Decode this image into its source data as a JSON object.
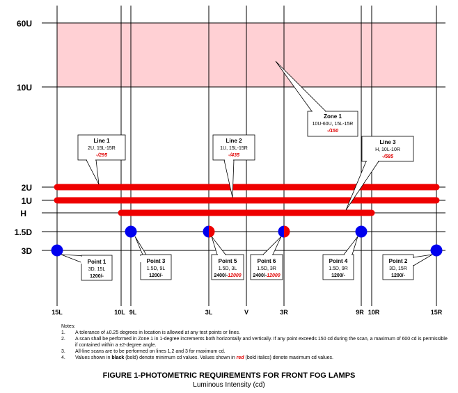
{
  "y_labels": [
    "60U",
    "10U",
    "2U",
    "1U",
    "H",
    "1.5D",
    "3D"
  ],
  "x_labels": [
    "15L",
    "10L",
    "9L",
    "3L",
    "V",
    "3R",
    "9R",
    "10R",
    "15R"
  ],
  "zone": {
    "title": "Zone 1",
    "range": "10U-60U, 15L-15R",
    "max": "-/150"
  },
  "lines": [
    {
      "title": "Line 1",
      "range": "2U, 15L-15R",
      "max": "-/295"
    },
    {
      "title": "Line 2",
      "range": "1U, 15L-15R",
      "max": "-/435"
    },
    {
      "title": "Line 3",
      "range": "H, 10L-10R",
      "max": "-/585"
    }
  ],
  "points": [
    {
      "title": "Point 1",
      "loc": "3D, 15L",
      "val_min": "1200/-",
      "val_max": ""
    },
    {
      "title": "Point 3",
      "loc": "1.5D, 9L",
      "val_min": "1200/-",
      "val_max": ""
    },
    {
      "title": "Point 5",
      "loc": "1.5D, 3L",
      "val_min": "2400/-",
      "val_max": "12000"
    },
    {
      "title": "Point 6",
      "loc": "1.5D, 3R",
      "val_min": "2400/-",
      "val_max": "12000"
    },
    {
      "title": "Point 4",
      "loc": "1.5D, 9R",
      "val_min": "1200/-",
      "val_max": ""
    },
    {
      "title": "Point 2",
      "loc": "3D, 15R",
      "val_min": "1200/-",
      "val_max": ""
    }
  ],
  "notes": {
    "heading": "Notes:",
    "items": [
      {
        "num": "1.",
        "text": "A tolerance of ±0.25 degrees in location is allowed at any test points or lines."
      },
      {
        "num": "2.",
        "text": "A scan shall be performed in Zone 1 in 1-degree increments both horizontally and vertically. If any point exceeds 150 cd during the scan, a maximum of 600 cd is permissible if contained within a ±2-degree angle."
      },
      {
        "num": "3.",
        "text": "All-line scans are to be performed on lines 1,2 and 3 for maximum cd."
      },
      {
        "num": "4.",
        "text_a": "Values shown in ",
        "black_word": "black",
        "text_b": " (bold) denote minimum cd values. Values shown in ",
        "red_word": "red",
        "text_c": " (bold italics) denote maximum cd values."
      }
    ]
  },
  "figure": {
    "title": "FIGURE 1-PHOTOMETRIC REQUIREMENTS FOR FRONT FOG LAMPS",
    "subtitle": "Luminous Intensity (cd)"
  },
  "colors": {
    "zone_fill": "#ffd0d4",
    "line_red": "#ee0000",
    "point_blue": "#0000ee",
    "max_red": "#e00000"
  }
}
